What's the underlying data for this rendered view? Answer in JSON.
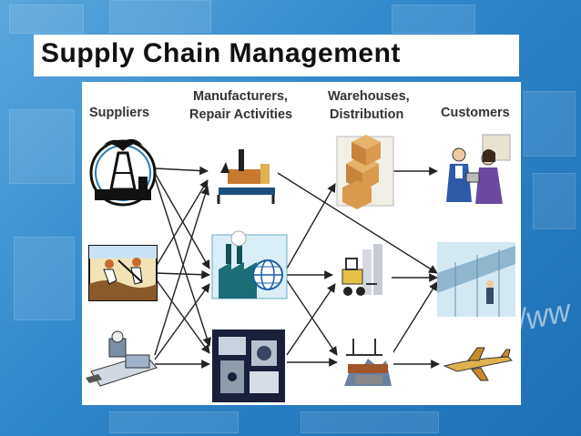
{
  "slide": {
    "title": "Supply Chain Management",
    "colors": {
      "background": "#2f86c9",
      "title_band": "#ffffff",
      "title_text": "#111111",
      "arrow": "#222222"
    }
  },
  "stages": [
    {
      "label_line1": "Suppliers",
      "label_line2": ""
    },
    {
      "label_line1": "Manufacturers,",
      "label_line2": "Repair Activities"
    },
    {
      "label_line1": "Warehouses,",
      "label_line2": "Distribution"
    },
    {
      "label_line1": "Customers",
      "label_line2": ""
    }
  ],
  "nodes": {
    "suppliers": [
      "oil-well-icon",
      "farmers-field-icon",
      "mining-machine-icon"
    ],
    "manufacturers": [
      "oil-rig-icon",
      "factory-globe-icon",
      "machine-shop-icon"
    ],
    "warehouses": [
      "boxes-icon",
      "forklift-icon",
      "port-crane-icon"
    ],
    "customers": [
      "business-people-icon",
      "office-building-icon",
      "airplane-icon"
    ]
  },
  "decoration": {
    "watermark": "/ww"
  }
}
